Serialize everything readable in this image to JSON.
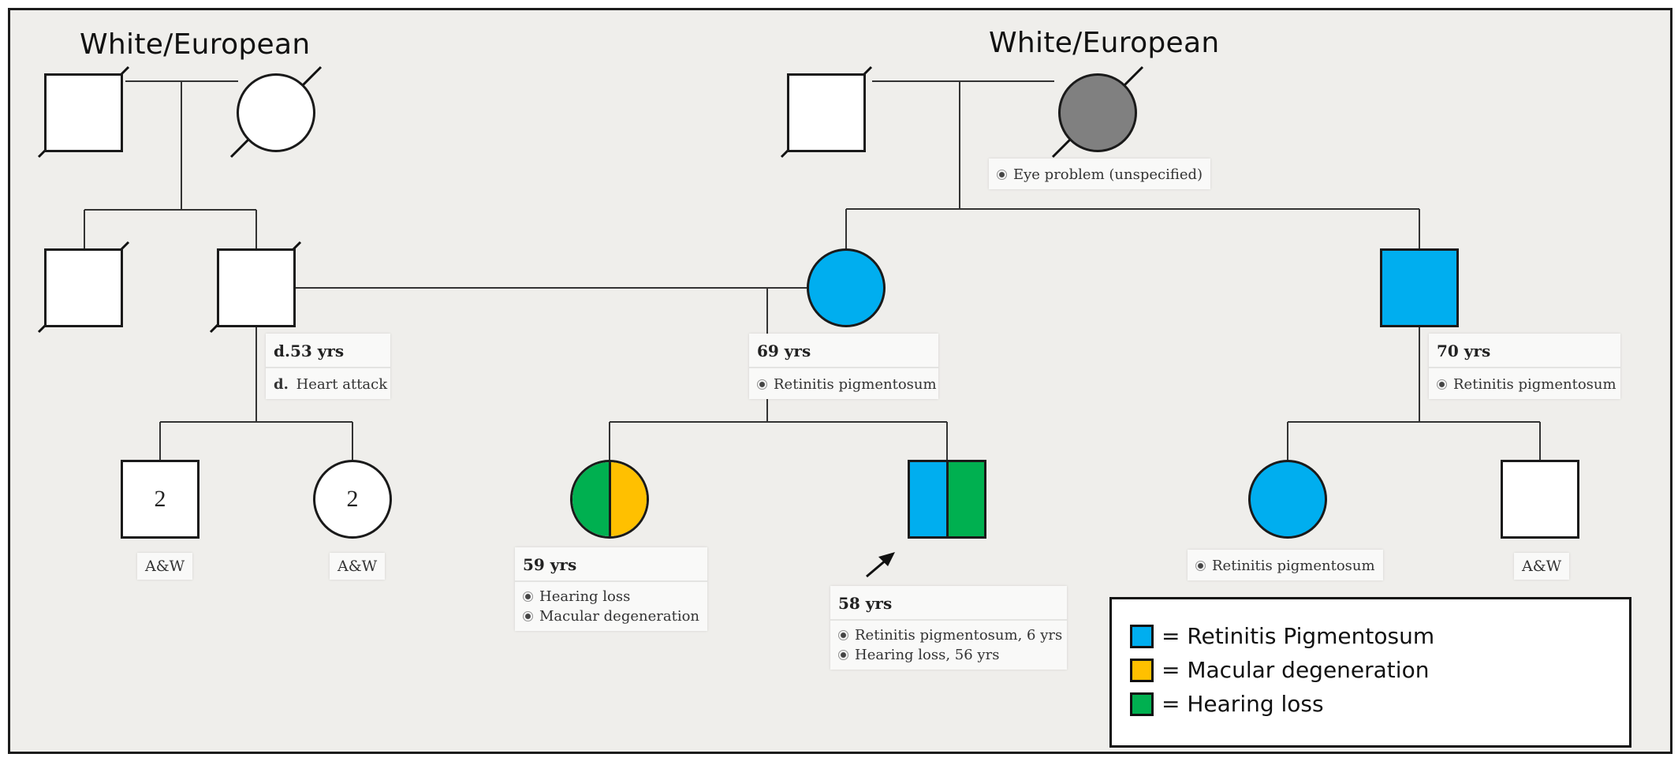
{
  "headings": {
    "left": "White/European",
    "right": "White/European"
  },
  "colors": {
    "retinitis": "#00aeef",
    "macular": "#ffc000",
    "hearing": "#00b050",
    "unspecified": "#808080",
    "unaffected": "#ffffff"
  },
  "individuals": {
    "gen1_pat_grandfather": {
      "sex": "male",
      "deceased": true
    },
    "gen1_pat_grandmother": {
      "sex": "female",
      "deceased": true
    },
    "gen1_mat_grandfather": {
      "sex": "male",
      "deceased": true
    },
    "gen1_mat_grandmother": {
      "sex": "female",
      "deceased": true,
      "condition": "Eye problem (unspecified)"
    },
    "gen2_uncle": {
      "sex": "male",
      "deceased": true
    },
    "gen2_father": {
      "sex": "male",
      "deceased": true,
      "age": "d.53 yrs",
      "cause_label": "d.",
      "cause": "Heart attack"
    },
    "gen2_mother": {
      "sex": "female",
      "age": "69 yrs",
      "condition": "Retinitis pigmentosum"
    },
    "gen2_maternal_uncle": {
      "sex": "male",
      "age": "70 yrs",
      "condition": "Retinitis pigmentosum"
    },
    "gen3_half_brothers": {
      "sex": "male",
      "count": "2",
      "status": "A&W"
    },
    "gen3_half_sisters": {
      "sex": "female",
      "count": "2",
      "status": "A&W"
    },
    "gen3_sister": {
      "sex": "female",
      "age": "59 yrs",
      "conditions": [
        "Hearing loss",
        "Macular degeneration"
      ]
    },
    "gen3_proband": {
      "sex": "male",
      "proband": true,
      "age": "58 yrs",
      "conditions": [
        "Retinitis pigmentosum, 6 yrs",
        "Hearing loss, 56 yrs"
      ]
    },
    "gen3_cousin_female": {
      "sex": "female",
      "condition": "Retinitis pigmentosum"
    },
    "gen3_cousin_male": {
      "sex": "male",
      "status": "A&W"
    }
  },
  "legend": [
    {
      "color": "#00aeef",
      "label": "= Retinitis Pigmentosum"
    },
    {
      "color": "#ffc000",
      "label": "= Macular degeneration"
    },
    {
      "color": "#00b050",
      "label": "= Hearing loss"
    }
  ]
}
